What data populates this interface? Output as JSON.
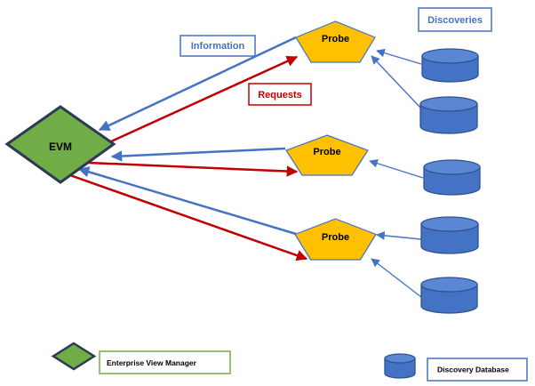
{
  "diagram": {
    "evm_label": "EVM",
    "probes": [
      {
        "label": "Probe"
      },
      {
        "label": "Probe"
      },
      {
        "label": "Probe"
      }
    ],
    "annotations": {
      "information": "Information",
      "requests": "Requests",
      "discoveries": "Discoveries"
    }
  },
  "legend": {
    "evm": "Enterprise View Manager",
    "database": "Discovery Database"
  },
  "colors": {
    "evm_fill": "#70AD47",
    "probe_fill": "#FFC000",
    "database_fill": "#4472C4",
    "information_arrow": "#4472C4",
    "requests_arrow": "#C00000"
  }
}
